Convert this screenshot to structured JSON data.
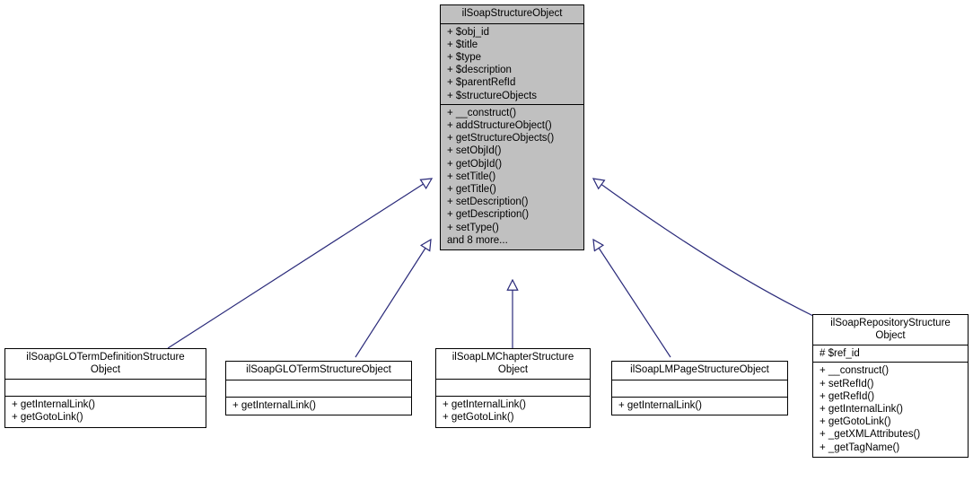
{
  "diagram": {
    "type": "uml-class-inheritance",
    "edge_color": "#2a2a7a",
    "highlight_fill": "#c0c0c0",
    "border_color": "#000000",
    "background": "#ffffff"
  },
  "nodes": {
    "root": {
      "name": "ilSoapStructureObject",
      "attributes": [
        "+ $obj_id",
        "+ $title",
        "+ $type",
        "+ $description",
        "+ $parentRefId",
        "+ $structureObjects"
      ],
      "methods": [
        "+ __construct()",
        "+ addStructureObject()",
        "+ getStructureObjects()",
        "+ setObjId()",
        "+ getObjId()",
        "+ setTitle()",
        "+ getTitle()",
        "+ setDescription()",
        "+ getDescription()",
        "+ setType()",
        "and 8 more..."
      ]
    },
    "glo_term_definition": {
      "name": "ilSoapGLOTermDefinitionStructure\nObject",
      "attributes": [],
      "methods": [
        "+ getInternalLink()",
        "+ getGotoLink()"
      ]
    },
    "glo_term": {
      "name": "ilSoapGLOTermStructureObject",
      "attributes": [],
      "methods": [
        "+ getInternalLink()"
      ]
    },
    "lm_chapter": {
      "name": "ilSoapLMChapterStructure\nObject",
      "attributes": [],
      "methods": [
        "+ getInternalLink()",
        "+ getGotoLink()"
      ]
    },
    "lm_page": {
      "name": "ilSoapLMPageStructureObject",
      "attributes": [],
      "methods": [
        "+ getInternalLink()"
      ]
    },
    "repository": {
      "name": "ilSoapRepositoryStructure\nObject",
      "attributes": [
        "# $ref_id"
      ],
      "methods": [
        "+ __construct()",
        "+ setRefId()",
        "+ getRefId()",
        "+ getInternalLink()",
        "+ getGotoLink()",
        "+ _getXMLAttributes()",
        "+ _getTagName()"
      ]
    }
  },
  "edges": [
    {
      "from": "glo_term_definition",
      "to": "root",
      "relation": "inheritance"
    },
    {
      "from": "glo_term",
      "to": "root",
      "relation": "inheritance"
    },
    {
      "from": "lm_chapter",
      "to": "root",
      "relation": "inheritance"
    },
    {
      "from": "lm_page",
      "to": "root",
      "relation": "inheritance"
    },
    {
      "from": "repository",
      "to": "root",
      "relation": "inheritance"
    }
  ]
}
